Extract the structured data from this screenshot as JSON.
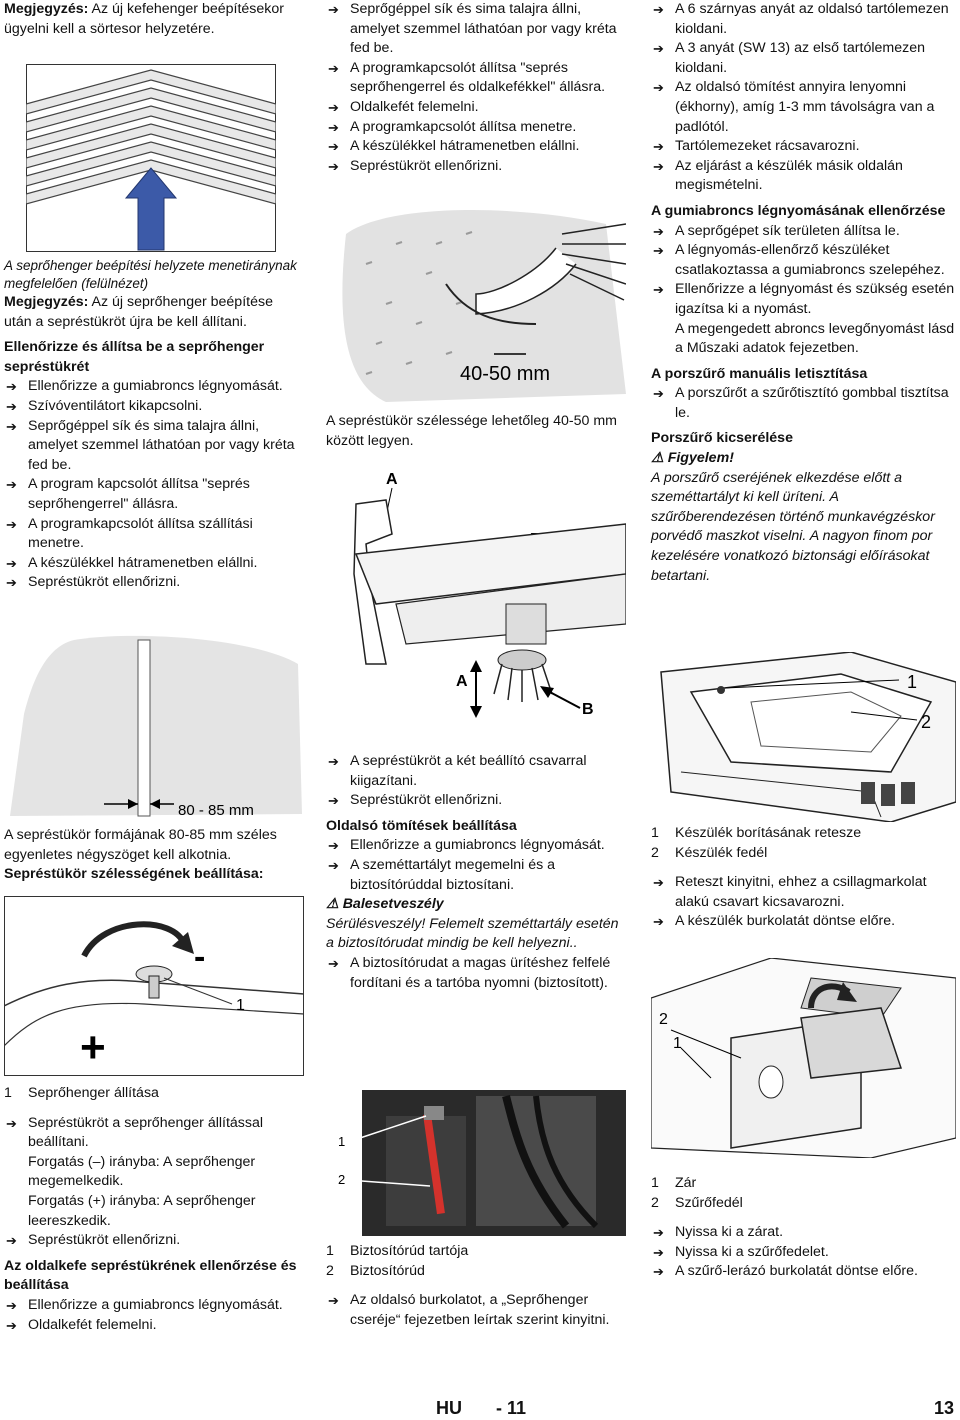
{
  "col1": {
    "note1": {
      "label": "Megjegyzés:",
      "text": "Az új kefehenger beépítésekor ügyelni kell a sörtesor helyzetére."
    },
    "fig1_caption": "A seprőhenger beépítési helyzete menetiránynak megfelelően (felülnézet)",
    "note2": {
      "label": "Megjegyzés:",
      "text": "Az új seprőhenger beépítése után a sepréstükröt újra be kell állítani."
    },
    "section1": {
      "heading": "Ellenőrizze és állítsa be a seprőhenger sepréstükrét",
      "steps": [
        "Ellenőrizze a gumiabroncs légnyomását.",
        "Szívóventilátort kikapcsolni.",
        "Seprőgéppel sík és sima talajra állni, amelyet szemmel láthatóan por vagy kréta fed be.",
        "A program kapcsolót állítsa \"seprés seprőhengerrel\" állásra.",
        "A programkapcsolót állítsa szállítási menetre.",
        "A készülékkel hátramenetben elállni.",
        "Sepréstükröt ellenőrizni."
      ]
    },
    "fig2_label": "80 - 85 mm",
    "fig2_caption": "A sepréstükör formájának 80-85 mm széles egyenletes négyszöget kell alkotnia.",
    "section2_heading": "Sepréstükör szélességének beállítása:",
    "fig3_minus": "-",
    "fig3_plus": "+",
    "fig3_one": "1",
    "legend3": [
      {
        "n": "1",
        "text": "Seprőhenger állítása"
      }
    ],
    "adjust_step": "Sepréstükröt a seprőhenger állítással beállítani.",
    "adjust_sub1": "Forgatás (–) irányba: A seprőhenger megemelkedik.",
    "adjust_sub2": "Forgatás (+) irányba: A seprőhenger leereszkedik.",
    "adjust_check": "Sepréstükröt ellenőrizni.",
    "section3": {
      "heading": "Az oldalkefe sepréstükrének ellenőrzése és beállítása",
      "steps": [
        "Ellenőrizze a gumiabroncs légnyomását.",
        "Oldalkefét felemelni."
      ]
    }
  },
  "col2": {
    "steps_top": [
      "Seprőgéppel sík és sima talajra állni, amelyet szemmel láthatóan por vagy kréta fed be.",
      "A programkapcsolót állítsa \"seprés seprőhengerrel és oldalkefékkel\" állásra.",
      "Oldalkefét felemelni.",
      "A programkapcsolót állítsa menetre.",
      "A készülékkel hátramenetben elállni.",
      "Sepréstükröt ellenőrizni."
    ],
    "fig4_label": "40-50 mm",
    "fig4_caption": "A sepréstükör szélessége lehetőleg 40-50 mm között legyen.",
    "fig5_a_top": "A",
    "fig5_b_top": "B",
    "fig5_a_bottom": "A",
    "fig5_b_bottom": "B",
    "steps_mid": [
      "A sepréstükröt a két beállító csavarral kiigazítani.",
      "Sepréstükröt ellenőrizni."
    ],
    "section4": {
      "heading": "Oldalsó tömítések beállítása",
      "steps": [
        "Ellenőrizze a gumiabroncs légnyomását.",
        "A szeméttartályt megemelni és a biztosítórúddal biztosítani."
      ]
    },
    "warning": {
      "title": "Balesetveszély",
      "text": "Sérülésveszély! Felemelt szeméttartály esetén a biztosítórudat mindig be kell helyezni.."
    },
    "step_after_warning": "A biztosítórudat a magas ürítéshez felfelé fordítani és a tartóba nyomni (biztosított).",
    "fig6_one": "1",
    "fig6_two": "2",
    "legend6": [
      {
        "n": "1",
        "text": "Biztosítórúd tartója"
      },
      {
        "n": "2",
        "text": "Biztosítórúd"
      }
    ],
    "step_bottom": "Az oldalsó burkolatot, a „Seprőhenger cseréje“ fejezetben leírtak szerint kinyitni."
  },
  "col3": {
    "steps_top": [
      "A 6 szárnyas anyát az oldalsó tartólemezen kioldani.",
      "A 3 anyát (SW 13) az első tartólemezen kioldani.",
      "Az oldalsó tömítést annyira lenyomni (ékhorny), amíg 1-3 mm távolságra van a padlótól.",
      "Tartólemezeket rácsavarozni.",
      "Az eljárást a készülék másik oldalán megismételni."
    ],
    "section5": {
      "heading": "A gumiabroncs légnyomásának ellenőrzése",
      "steps": [
        "A seprőgépet sík területen állítsa le.",
        "A légnyomás-ellenőrző készüléket csatlakoztassa a gumiabroncs szelepéhez.",
        "Ellenőrizze a légnyomást és szükség esetén igazítsa ki a nyomást."
      ],
      "sub": "A megengedett abroncs levegőnyomást lásd a Műszaki adatok fejezetben."
    },
    "section6": {
      "heading": "A porszűrő manuális letisztítása",
      "steps": [
        "A porszűrőt a szűrőtisztító gombbal tisztítsa le."
      ]
    },
    "section7": {
      "heading": "Porszűrő kicserélése",
      "warn_title": "Figyelem!",
      "warn_text": "A porszűrő cseréjének elkezdése előtt a szeméttartályt ki kell üríteni. A szűrőberendezésen történő munkavégzéskor porvédő maszkot viselni. A nagyon finom por kezelésére vonatkozó biztonsági előírásokat betartani."
    },
    "fig7_one": "1",
    "fig7_two": "2",
    "legend7": [
      {
        "n": "1",
        "text": "Készülék borításának retesze"
      },
      {
        "n": "2",
        "text": "Készülék fedél"
      }
    ],
    "steps_mid": [
      "Reteszt kinyitni, ehhez a csillagmarkolat alakú csavart kicsavarozni.",
      "A készülék burkolatát döntse előre."
    ],
    "fig8_two": "2",
    "fig8_one": "1",
    "legend8": [
      {
        "n": "1",
        "text": "Zár"
      },
      {
        "n": "2",
        "text": "Szűrőfedél"
      }
    ],
    "steps_bottom": [
      "Nyissa ki a zárat.",
      "Nyissa ki a szűrőfedelet.",
      "A szűrő-lerázó burkolatát döntse előre."
    ]
  },
  "footer": {
    "lang": "HU",
    "page_mid": "- 11",
    "page_right": "13"
  },
  "icons": {
    "arrow": "arrow-right-icon",
    "warning": "warning-triangle-icon"
  }
}
